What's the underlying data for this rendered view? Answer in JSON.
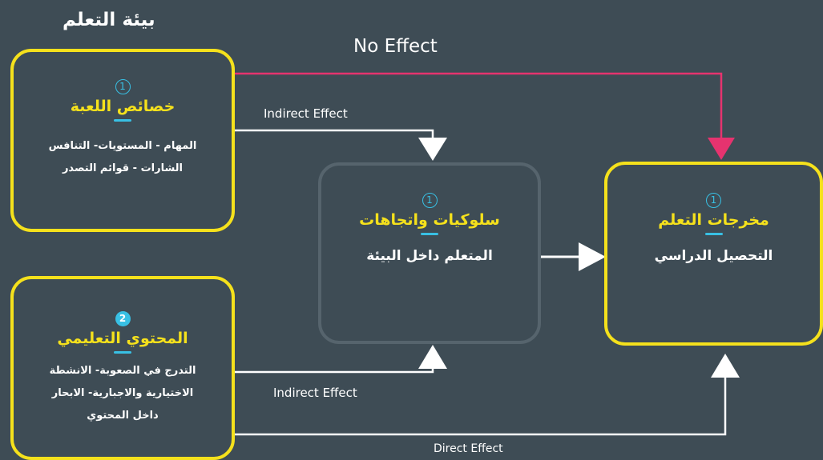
{
  "environment_title": "بيئة التعلم",
  "edges": {
    "no_effect": "No Effect",
    "indirect_top": "Indirect Effect",
    "indirect_bottom": "Indirect Effect",
    "direct": "Direct Effect"
  },
  "nodes": {
    "game_features": {
      "number": "1",
      "title": "خصائص اللعبة",
      "lines": [
        "المهام - المستويات- التنافس",
        "الشارات - قوائم التصدر"
      ]
    },
    "educational_content": {
      "number": "2",
      "title": "المحتوي التعليمي",
      "lines": [
        "التدرج في الصعوبة- الانشطة",
        "الاختيارية والاجبارية- الابحار",
        "داخل المحتوي"
      ]
    },
    "learner_behaviors": {
      "number": "1",
      "title": "سلوكيات واتجاهات",
      "description": "المتعلم داخل البيئة"
    },
    "learning_outcomes": {
      "number": "1",
      "title": "مخرجات التعلم",
      "description": "التحصيل الدراسي"
    }
  },
  "colors": {
    "background": "#3e4c55",
    "box_border": "#f5e11c",
    "middle_box_border": "#56646d",
    "no_effect_arrow": "#e6336f",
    "accent": "#38c0e4",
    "arrows": "#ffffff"
  }
}
